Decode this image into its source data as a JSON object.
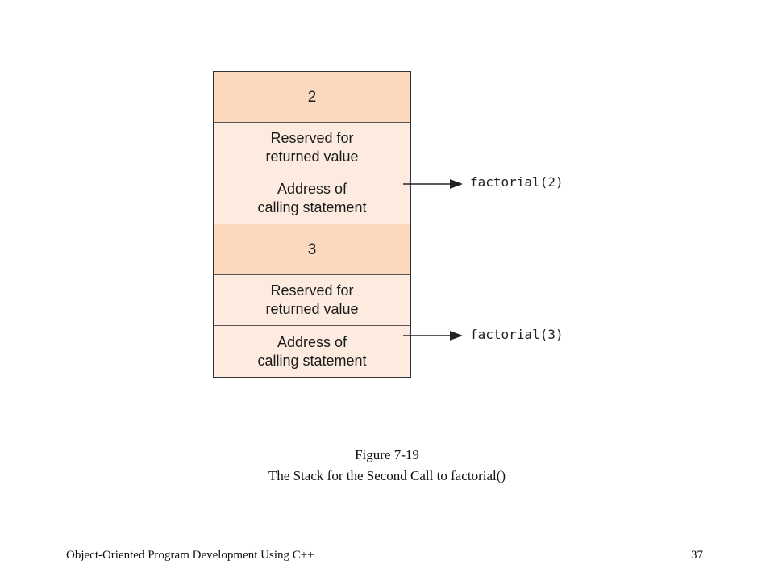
{
  "stack": {
    "cells": [
      {
        "text": "2",
        "kind": "arg"
      },
      {
        "text": "Reserved for\nreturned value",
        "kind": "light"
      },
      {
        "text": "Address of\ncalling statement",
        "kind": "light"
      },
      {
        "text": "3",
        "kind": "arg"
      },
      {
        "text": "Reserved for\nreturned value",
        "kind": "light"
      },
      {
        "text": "Address of\ncalling statement",
        "kind": "light"
      }
    ]
  },
  "calls": [
    {
      "label": "factorial(2)"
    },
    {
      "label": "factorial(3)"
    }
  ],
  "caption": {
    "line1": "Figure 7-19",
    "line2": "The Stack for the Second Call to factorial()"
  },
  "footer": {
    "course": "Object-Oriented Program Development Using C++",
    "page": "37"
  },
  "colors": {
    "arg_cell": "#fbd9bf",
    "info_cell": "#fdebdf",
    "border": "#333333"
  }
}
